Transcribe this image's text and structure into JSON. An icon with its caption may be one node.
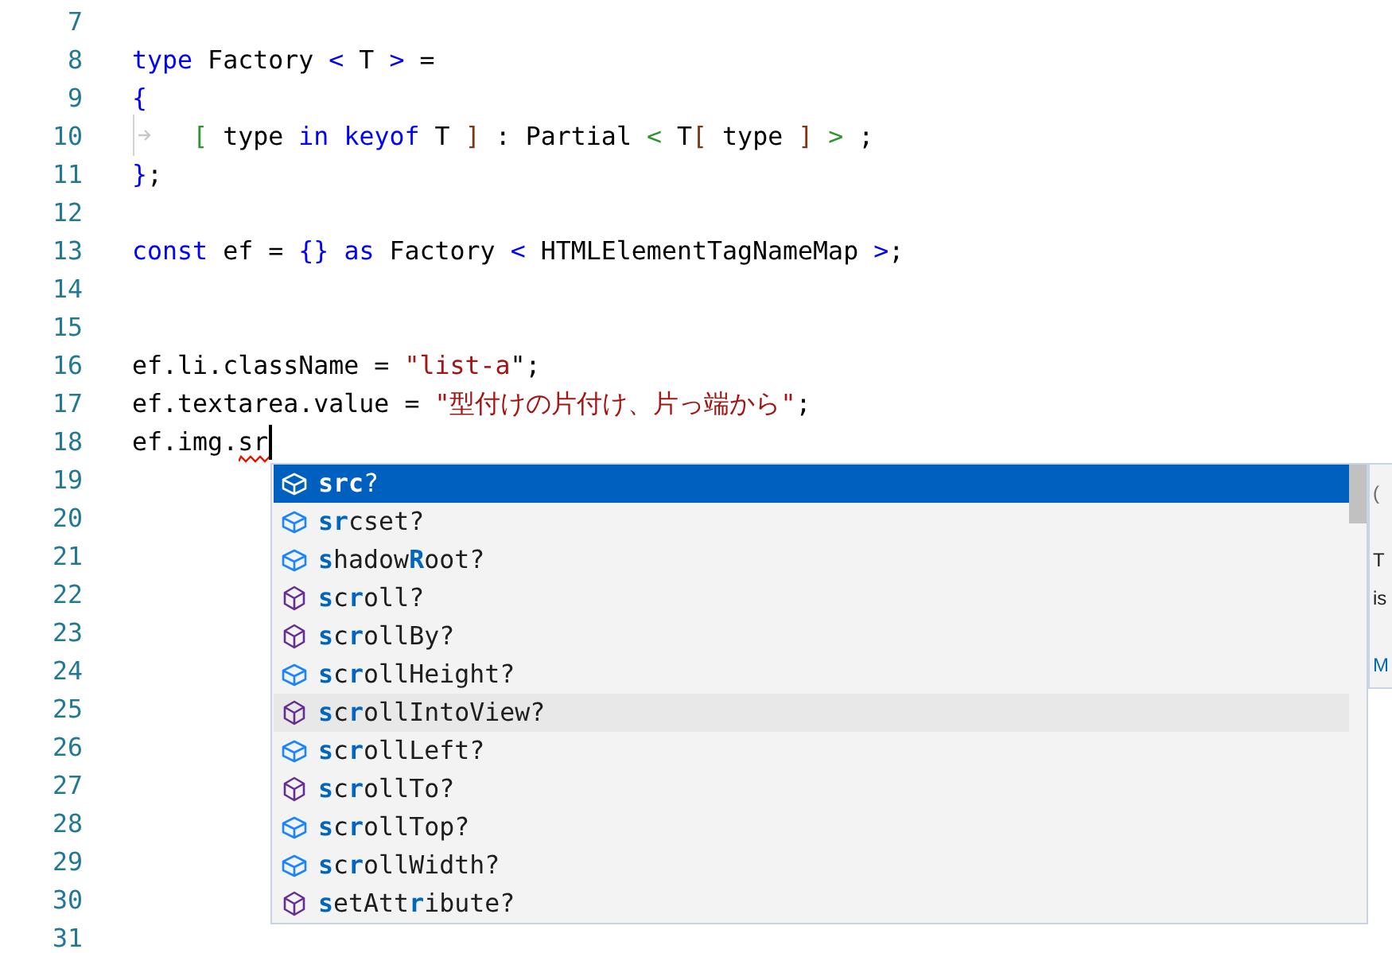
{
  "diagram": {
    "labels": [
      "7",
      "8",
      "type Factory < T > =",
      "9",
      "{",
      "10",
      "[ type in keyof T ] : Partial < T[ type ] > ;",
      "11",
      "};",
      "12",
      "13",
      "const ef = {} as Factory < HTMLElementTagNameMap >;",
      "14",
      "15",
      "16",
      "ef.li.className = \"list-a\";",
      "17",
      "ef.textarea.value = \"型付けの片付け、片っ端から\";",
      "18",
      "ef.img.sr",
      "19",
      "20",
      "21",
      "22",
      "23",
      "24",
      "25",
      "26",
      "27",
      "28",
      "29",
      "30",
      "31",
      "**src**?",
      "**sr**cset?",
      "**s**hadow**R**oot?",
      "**s**c**r**oll?",
      "**s**c**r**ollBy?",
      "**s**c**r**ollHeight?",
      "**s**c**r**ollIntoView?",
      "**s**c**r**ollLeft?",
      "**s**c**r**ollTo?",
      "**s**c**r**ollTop?",
      "**s**c**r**ollWidth?",
      "**s**etAtt**r**ibute?",
      "(",
      "T",
      "is",
      "M"
    ]
  }
}
